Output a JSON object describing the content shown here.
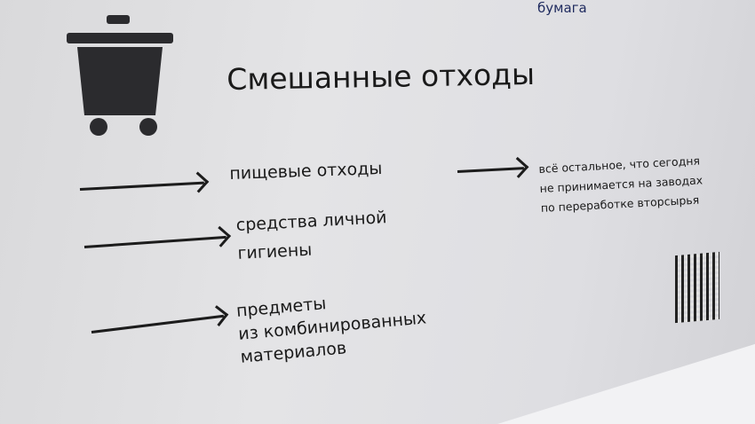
{
  "top_partial": "бумага",
  "title": "Смешанные отходы",
  "items": [
    "пищевые отходы",
    "средства личной\nгигиены",
    "предметы\nиз комбинированных\nматериалов"
  ],
  "note": "всё остальное, что сегодня\nне принимается на заводах\nпо переработке вторсырья",
  "icons": {
    "bin": "waste-bin-icon",
    "qr": "qr-code"
  }
}
